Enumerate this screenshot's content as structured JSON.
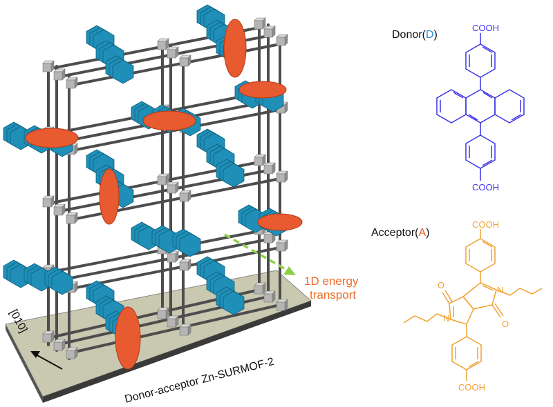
{
  "figure": {
    "substrate_label": "Donor-acceptor Zn-SURMOF-2",
    "axis_label": "[010]",
    "transport_label_line1": "1D energy",
    "transport_label_line2": "transport"
  },
  "donor": {
    "title_prefix": "Donor(",
    "title_letter": "D",
    "title_suffix": ")",
    "top_group": "COOH",
    "bottom_group": "COOH",
    "line_color": "#3b33e8",
    "letter_color": "#2a8fd6"
  },
  "acceptor": {
    "title_prefix": "Acceptor(",
    "title_letter": "A",
    "title_suffix": ")",
    "top_group": "COOH",
    "bottom_group": "COOH",
    "atom_n1": "N",
    "atom_n2": "N",
    "atom_o1": "O",
    "atom_o2": "O",
    "line_color": "#f0a030",
    "letter_color": "#e8622a"
  },
  "colors": {
    "hexagon": "#1f8fb8",
    "hexagon_side": "#13698a",
    "disk": "#e85a30",
    "frame": "#555555",
    "node": "#b5b5b5",
    "substrate_top": "#c9c8b0",
    "arrow": "#8ed04a",
    "transport_text": "#ea6d28"
  }
}
